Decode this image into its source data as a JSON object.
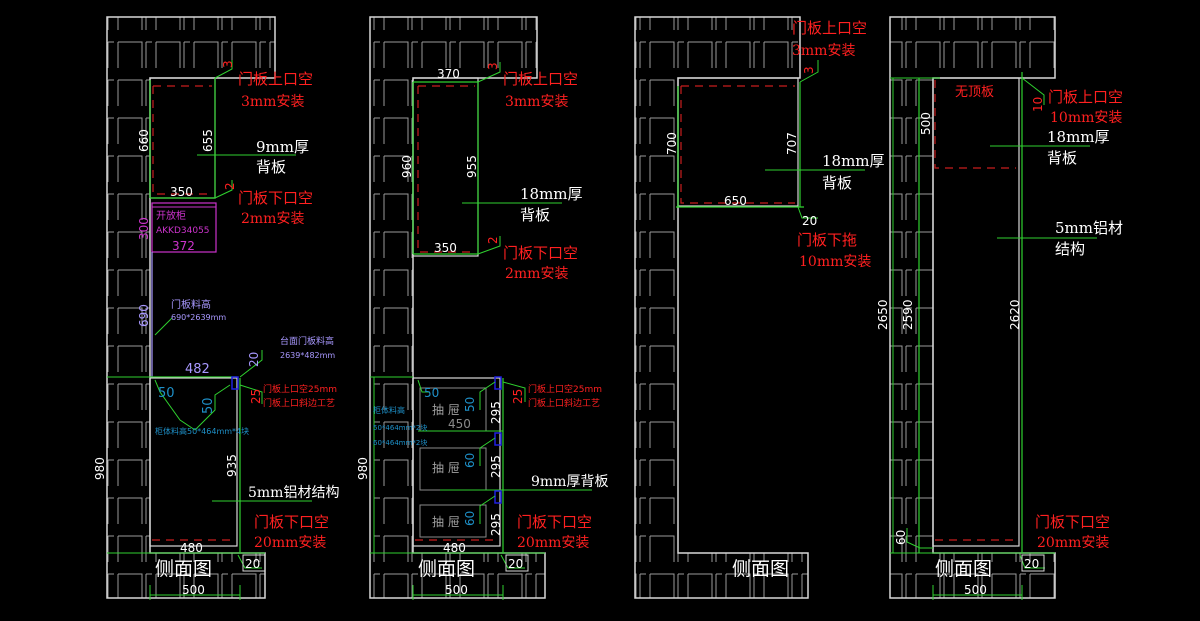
{
  "colors": {
    "background": "#000000",
    "wall": "#d8d8d8",
    "dimension": "#2fd12f",
    "note_red": "#ff2020",
    "hidden_line": "#c81e1e",
    "purple": "#cc33cc",
    "lavender": "#a898ff",
    "blue_label": "#1e90c8",
    "white_text": "#ffffff",
    "hinge": "#2020e0"
  },
  "panels": [
    {
      "view_label": "侧面图",
      "floor_width": "500",
      "toe_gap": "20",
      "upper_top_dim": "3",
      "upper_top_note": [
        "门板上口空",
        "3mm安装"
      ],
      "upper_height": "660",
      "upper_door_height": "655",
      "upper_width": "350",
      "upper_bottom_dim": "2",
      "upper_bottom_note": [
        "门板下口空",
        "2mm安装"
      ],
      "back_panel_note": [
        "9mm厚",
        "背板"
      ],
      "open_shelf": {
        "title": "开放柜",
        "code": "AKKD34055",
        "width": "372",
        "height": "300"
      },
      "tall_door": {
        "height": "690",
        "label": "门板料高",
        "size": "690*2639mm"
      },
      "counter_width": "482",
      "counter_door": {
        "dim": "20",
        "label": "台面门板料高",
        "size": "2639*482mm"
      },
      "lower_top_dim": "25",
      "lower_top_note": [
        "门板上口空25mm",
        "门板上口斜边工艺"
      ],
      "side_dim_a": "50",
      "side_dim_b": "50",
      "side_material": "柜体料高50*464mm*4块",
      "lower_height": "980",
      "lower_door_height": "935",
      "structure_note": "5mm铝材结构",
      "lower_bottom_note": [
        "门板下口空",
        "20mm安装"
      ],
      "lower_width": "480"
    },
    {
      "view_label": "侧面图",
      "floor_width": "500",
      "toe_gap": "20",
      "upper_outer_width": "370",
      "upper_top_dim": "3",
      "upper_top_note": [
        "门板上口空",
        "3mm安装"
      ],
      "upper_height": "960",
      "upper_door_height": "955",
      "upper_width": "350",
      "upper_bottom_dim": "2",
      "upper_bottom_note": [
        "门板下口空",
        "2mm安装"
      ],
      "back_panel_note": [
        "18mm厚",
        "背板"
      ],
      "drawers": [
        {
          "label": "抽 屉",
          "dim": "50",
          "height": "295",
          "depth": "450"
        },
        {
          "label": "抽 屉",
          "dim": "60",
          "height": "295"
        },
        {
          "label": "抽 屉",
          "dim": "60",
          "height": "295"
        }
      ],
      "drawer_side_dim": "50",
      "drawer_material": [
        "柜体料高",
        "50*464mm*2块",
        "60*464mm*2块"
      ],
      "lower_top_dim": "25",
      "lower_top_note": [
        "门板上口空25mm",
        "门板上口斜边工艺"
      ],
      "lower_back_note": "9mm厚背板",
      "lower_height": "980",
      "lower_bottom_note": [
        "门板下口空",
        "20mm安装"
      ],
      "lower_width": "480"
    },
    {
      "view_label": "侧面图",
      "upper_top_note": [
        "门板上口空",
        "3mm安装"
      ],
      "upper_top_dim": "3",
      "upper_height": "700",
      "upper_door_height": "707",
      "upper_width": "650",
      "back_panel_note": [
        "18mm厚",
        "背板"
      ],
      "bottom_dim": "20",
      "bottom_note": [
        "门板下拖",
        "10mm安装"
      ]
    },
    {
      "view_label": "侧面图",
      "floor_width": "500",
      "toe_gap": "20",
      "no_top_note": "无顶板",
      "upper_top_dim": "10",
      "upper_top_note": [
        "门板上口空",
        "10mm安装"
      ],
      "upper_height": "500",
      "back_panel_note": [
        "18mm厚",
        "背板"
      ],
      "structure_note": [
        "5mm铝材",
        "结构"
      ],
      "total_height": "2650",
      "wall_height": "2590",
      "door_height": "2620",
      "base_dim": "60",
      "lower_bottom_note": [
        "门板下口空",
        "20mm安装"
      ]
    }
  ]
}
